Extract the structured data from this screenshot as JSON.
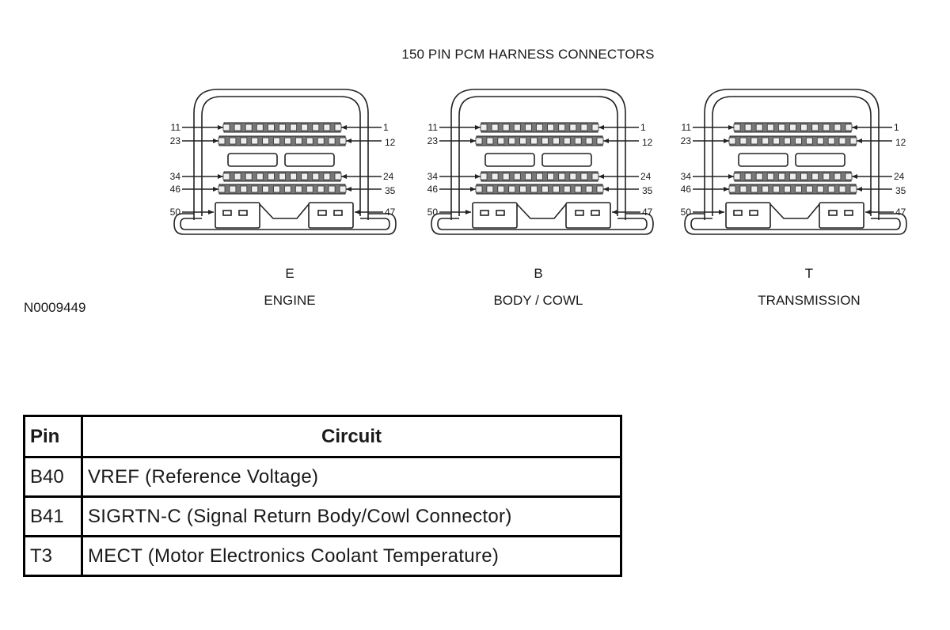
{
  "diagram": {
    "title": "150 PIN PCM HARNESS CONNECTORS",
    "figure_code": "N0009449",
    "pin_labels": {
      "r1_left": "11",
      "r1_right": "1",
      "r2_left": "23",
      "r2_right": "12",
      "r3_left": "34",
      "r3_right": "24",
      "r4_left": "46",
      "r4_right": "35",
      "r5_left": "50",
      "r5_right": "47"
    },
    "connectors": [
      {
        "letter": "E",
        "name": "ENGINE"
      },
      {
        "letter": "B",
        "name": "BODY / COWL"
      },
      {
        "letter": "T",
        "name": "TRANSMISSION"
      }
    ]
  },
  "table": {
    "headers": {
      "pin": "Pin",
      "circuit": "Circuit"
    },
    "rows": [
      {
        "pin": "B40",
        "circuit": "VREF (Reference Voltage)"
      },
      {
        "pin": "B41",
        "circuit": "SIGRTN-C (Signal Return Body/Cowl Connector)"
      },
      {
        "pin": "T3",
        "circuit": "MECT (Motor Electronics Coolant Temperature)"
      }
    ]
  }
}
